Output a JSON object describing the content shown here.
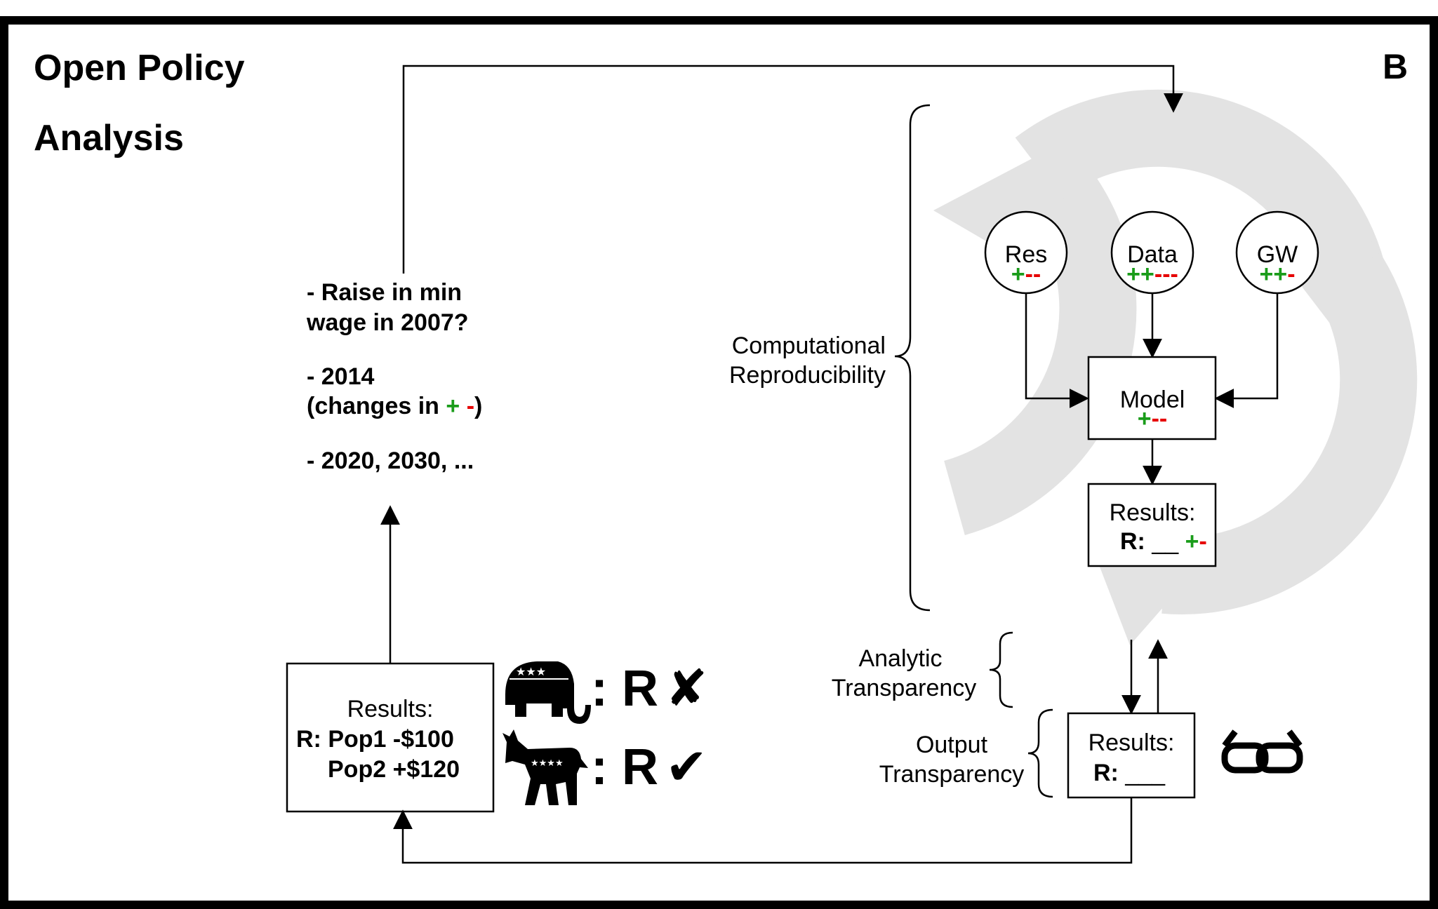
{
  "panel_label": "B",
  "title_line1": "Open Policy",
  "title_line2": "Analysis",
  "colors": {
    "plus": "#1a9c1a",
    "minus": "#e60000",
    "cycle": "#e3e3e3",
    "border": "#000000"
  },
  "questions": {
    "q1_line1": "- Raise in min",
    "q1_line2": "wage in 2007?",
    "q2_line1": "- 2014",
    "q2_line2_pre": "(changes in ",
    "q2_plus": "+",
    "q2_minus": "-",
    "q2_close": ")",
    "q3": "- 2020, 2030, ..."
  },
  "brackets": {
    "computational_line1": "Computational",
    "computational_line2": "Reproducibility",
    "analytic_line1": "Analytic",
    "analytic_line2": "Transparency",
    "output_line1": "Output",
    "output_line2": "Transparency"
  },
  "nodes": {
    "res": {
      "label": "Res",
      "plus": "+",
      "minus": "--"
    },
    "data": {
      "label": "Data",
      "plus": "++",
      "minus": "---"
    },
    "gw": {
      "label": "GW",
      "plus": "++",
      "minus": "-"
    }
  },
  "model": {
    "label": "Model",
    "plus": "+",
    "minus": "--"
  },
  "results_inner": {
    "title": "Results:",
    "r_label": "R:",
    "blank": "__",
    "plus": "+",
    "minus": "-"
  },
  "results_output": {
    "title": "Results:",
    "r_label": "R:",
    "blank": "___"
  },
  "results_policy": {
    "title": "Results:",
    "line1": "R: Pop1 -$100",
    "line2": "Pop2 +$120"
  },
  "parties": {
    "republican": {
      "icon": "elephant-icon",
      "text": ": R",
      "mark": "✘"
    },
    "democrat": {
      "icon": "donkey-icon",
      "text": ": R",
      "mark": "✔"
    }
  },
  "glasses_icon": "glasses-icon"
}
